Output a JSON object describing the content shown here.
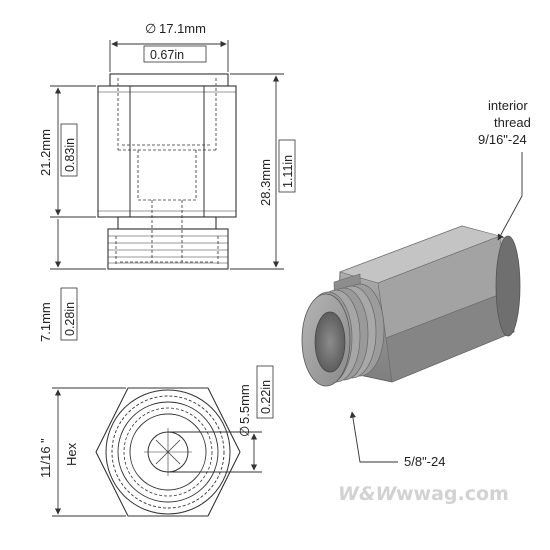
{
  "dimensions": {
    "top_width_mm": "17.1mm",
    "top_width_in": "0.67in",
    "hex_height_mm": "21.2mm",
    "hex_height_in": "0.83in",
    "total_height_mm": "28.3mm",
    "total_height_in": "1.11in",
    "thread_height_mm": "7.1mm",
    "thread_height_in": "0.28in",
    "bore_mm": "5.5mm",
    "bore_in": "0.22in",
    "hex_size_value": "11/16 \"",
    "hex_size_label": "Hex",
    "diameter_symbol": "∅"
  },
  "callouts": {
    "interior_line1": "interior",
    "interior_line2": "thread",
    "interior_line3": "9/16\"-24",
    "exterior_thread": "5/8\"-24"
  },
  "watermark": {
    "brand": "W&W",
    "site": "wwag.com"
  }
}
